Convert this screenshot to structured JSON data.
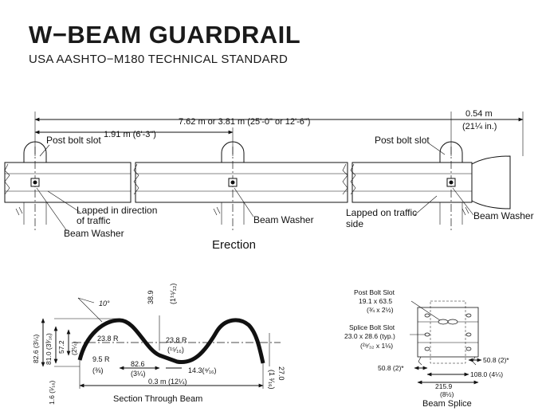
{
  "header": {
    "title": "W−BEAM GUARDRAIL",
    "subtitle": "USA AASHTO−M180 TECHNICAL STANDARD"
  },
  "erection": {
    "dim_span": "7.62 m or 3.81 m (25'-0\" or 12'-6\")",
    "dim_post": "1.91 m (6'-3\")",
    "dim_end": "0.54 m",
    "dim_end_imperial": "(21¼  in.)",
    "post_bolt_slot_left": "Post bolt slot",
    "post_bolt_slot_right": "Post bolt slot",
    "lapped_direction": "Lapped in direction",
    "of_traffic": "of traffic",
    "beam_washer_left": "Beam Washer",
    "beam_washer_center": "Beam Washer",
    "beam_washer_right": "Beam Washer",
    "lapped_on_traffic": "Lapped on traffic",
    "side": "side",
    "caption": "Erection"
  },
  "section": {
    "angle": "10°",
    "d_38_9": "38.9",
    "d_38_9_in": "(1¹⁵⁄₃₂)",
    "r_23_8_left": "23.8 R",
    "r_23_8_mid": "23.8 R",
    "r_23_8_mid_in": "(¹⁵⁄₁₆)",
    "r_9_5": "9.5 R",
    "r_9_5_in": "(⅜)",
    "d_82_6": "82.6",
    "d_82_6_in": "(3¼)",
    "d_14_3": "14.3(⁹⁄₁₆)",
    "v_82_6": "82.6 (3¼)",
    "v_81_0": "81.0 (3³⁄₁₆)",
    "v_57_2": "57.2",
    "v_57_2_in": "(2¼)",
    "v_1_6": "1.6 (¹⁄₁₆)",
    "d_27_0": "27.0",
    "d_27_0_in": "(1 ¹⁄₁₆)",
    "width": "0.3 m (12¼)",
    "caption": "Section Through Beam"
  },
  "splice": {
    "post_bolt_slot": "Post Bolt Slot",
    "post_bolt_dims": "19.1 x 63.5",
    "post_bolt_dims_in": "(¾ x 2½)",
    "splice_bolt_slot": "Splice Bolt Slot",
    "splice_bolt_dims": "23.0 x 28.6 (typ.)",
    "splice_bolt_dims_in": "(²⁹⁄₃₂ x 1⅛)",
    "d_50_8_right": "50.8 (2)*",
    "d_50_8_left": "50.8 (2)*",
    "d_108_0": "108.0 (4¼)",
    "d_215_9": "215.9",
    "d_215_9_in": "(8½)",
    "caption": "Beam Splice"
  }
}
